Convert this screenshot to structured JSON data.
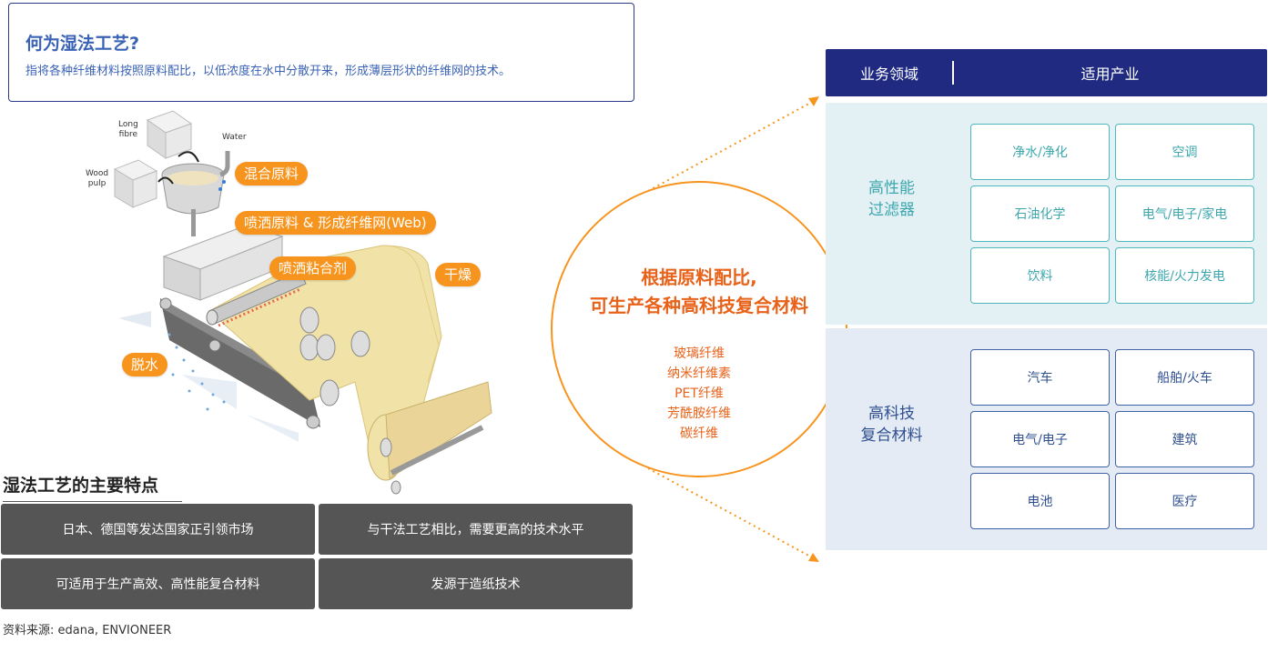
{
  "definition": {
    "title": "何为湿法工艺?",
    "text": "指将各种纤维材料按照原料配比，以低浓度在水中分散开来，形成薄层形状的纤维网的技术。"
  },
  "illustration": {
    "small_labels": {
      "long_fibre": "Long\nfibre",
      "water": "Water",
      "wood_pulp": "Wood\npulp"
    },
    "tags": {
      "mix": "混合原料",
      "spray_web": "喷洒原料 & 形成纤维网(Web)",
      "binder": "喷洒粘合剂",
      "dry": "干燥",
      "dewater": "脱水"
    }
  },
  "features": {
    "title": "湿法工艺的主要特点",
    "items": [
      "日本、德国等发达国家正引领市场",
      "与干法工艺相比，需要更高的技术水平",
      "可适用于生产高效、高性能复合材料",
      "发源于造纸技术"
    ]
  },
  "source": "资料来源: edana, ENVIONEER",
  "circle": {
    "headline_1": "根据原料配比,",
    "headline_2": "可生产各种高科技复合材料",
    "materials": [
      "玻璃纤维",
      "纳米纤维素",
      "PET纤维",
      "芳酰胺纤维",
      "碳纤维"
    ]
  },
  "table": {
    "header_left": "业务领域",
    "header_right": "适用产业",
    "groups": [
      {
        "label_1": "高性能",
        "label_2": "过滤器",
        "color": "#3ea7ae",
        "items": [
          "净水/净化",
          "空调",
          "石油化学",
          "电气/电子/家电",
          "饮料",
          "核能/火力发电"
        ]
      },
      {
        "label_1": "高科技",
        "label_2": "复合材料",
        "color": "#2f4f8f",
        "items": [
          "汽车",
          "船舶/火车",
          "电气/电子",
          "建筑",
          "电池",
          "医疗"
        ]
      }
    ]
  },
  "colors": {
    "navy": "#1f2a80",
    "orange": "#f7941d",
    "orange_text": "#e8621a",
    "teal": "#3ea7ae",
    "gray": "#555555"
  }
}
